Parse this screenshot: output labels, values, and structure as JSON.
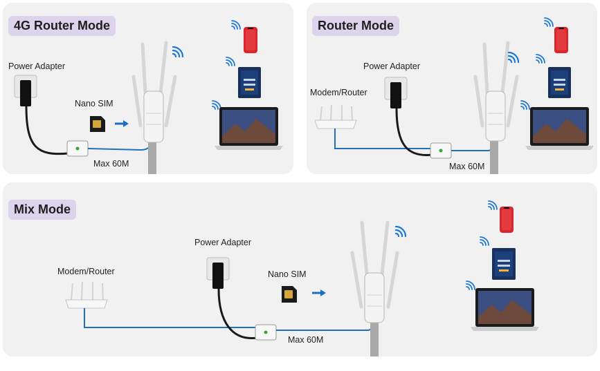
{
  "panels": {
    "lte": {
      "title": "4G Router Mode",
      "power_adapter": "Power Adapter",
      "nano_sim": "Nano SIM",
      "max_distance": "Max 60M"
    },
    "router": {
      "title": "Router Mode",
      "power_adapter": "Power Adapter",
      "modem_router": "Modem/Router",
      "max_distance": "Max 60M"
    },
    "mix": {
      "title": "Mix Mode",
      "power_adapter": "Power Adapter",
      "modem_router": "Modem/Router",
      "nano_sim": "Nano SIM",
      "max_distance": "Max 60M"
    }
  },
  "colors": {
    "panel_bg": "#f1f1f1",
    "title_bg": "#dcd3ec",
    "cable_blue": "#1f6fc0",
    "power_cable": "#1a1a1a",
    "wifi_blue": "#1a78d6",
    "arrow_blue": "#1a6fc4"
  },
  "icons": [
    "wifi-icon",
    "phone-icon",
    "tablet-icon",
    "laptop-icon",
    "sim-card-icon",
    "power-adapter-icon",
    "poe-injector-icon",
    "modem-router-icon",
    "outdoor-router-icon",
    "arrow-right-icon"
  ]
}
